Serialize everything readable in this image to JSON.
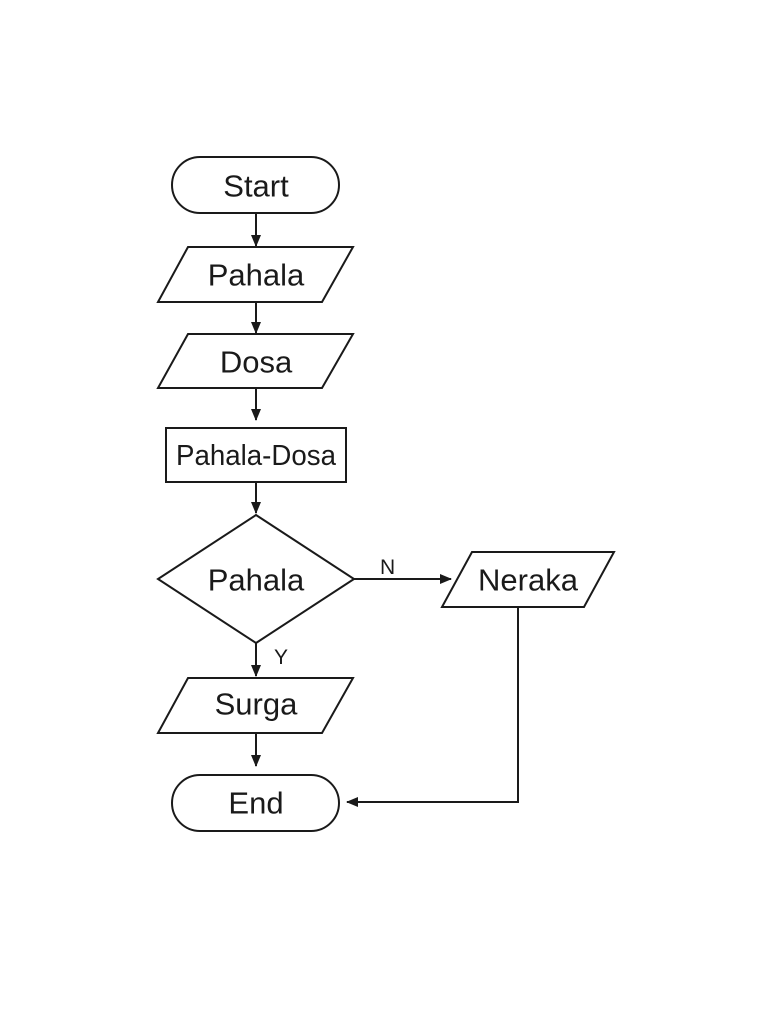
{
  "diagram": {
    "nodes": {
      "start": {
        "label": "Start",
        "kind": "terminator"
      },
      "input_pahala": {
        "label": "Pahala",
        "kind": "io"
      },
      "input_dosa": {
        "label": "Dosa",
        "kind": "io"
      },
      "process": {
        "label": "Pahala-Dosa",
        "kind": "process"
      },
      "decision": {
        "label": "Pahala",
        "kind": "decision"
      },
      "output_neraka": {
        "label": "Neraka",
        "kind": "io"
      },
      "output_surga": {
        "label": "Surga",
        "kind": "io"
      },
      "end": {
        "label": "End",
        "kind": "terminator"
      }
    },
    "edges": {
      "no": {
        "from": "decision",
        "to": "output_neraka",
        "label": "N"
      },
      "yes": {
        "from": "decision",
        "to": "output_surga",
        "label": "Y"
      }
    },
    "colors": {
      "stroke": "#1a1a1a",
      "fill": "#ffffff",
      "background": "#ffffff"
    }
  }
}
